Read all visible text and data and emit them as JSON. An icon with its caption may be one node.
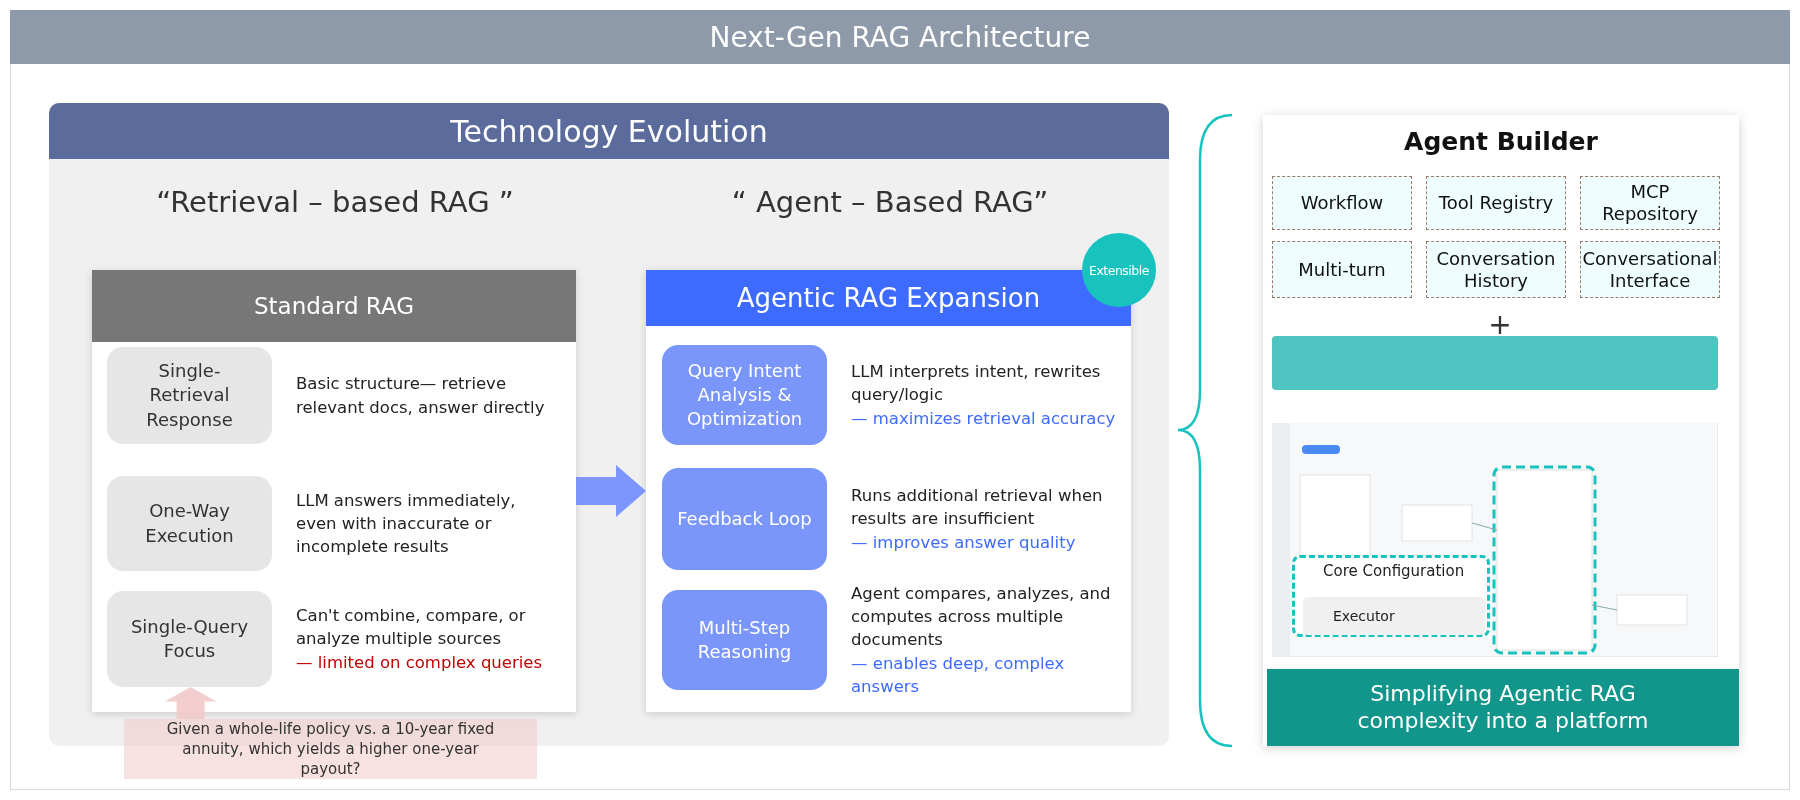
{
  "diagram": {
    "title": "Next-Gen RAG Architecture",
    "nodes": [
      {
        "text": [
          "Technology Evolution"
        ]
      },
      {
        "text": [
          "Standard RAG"
        ],
        "in": 0
      },
      {
        "text": [
          "Single-Retrieval Response"
        ],
        "in": 1,
        "beside": [
          "Basic structure— retrieve relevant docs, answer directly"
        ]
      },
      {
        "text": [
          "One-Way Execution"
        ],
        "in": 1,
        "beside": [
          "LLM answers immediately, even with inaccurate or incomplete results"
        ]
      },
      {
        "text": [
          "Single-Query Focus"
        ],
        "in": 1,
        "beside": [
          "Can't combine, compare, or analyze multiple sources",
          "— limited on complex queries"
        ]
      },
      {
        "text": [
          "Agentic RAG Expansion"
        ],
        "in": 0
      },
      {
        "text": [
          "Query Intent Analysis & Optimization"
        ],
        "in": 5,
        "beside": [
          "LLM interprets intent, rewrites query/logic",
          "— maximizes retrieval accuracy"
        ]
      },
      {
        "text": [
          "Feedback Loop"
        ],
        "in": 5,
        "beside": [
          "Runs additional retrieval when results are insufficient",
          "— improves answer quality"
        ]
      },
      {
        "text": [
          "Multi-Step Reasoning"
        ],
        "in": 5,
        "beside": [
          "Agent compares, analyzes, and computes across multiple documents",
          "— enables deep, complex answers"
        ]
      },
      {
        "text": [
          "Given a whole-life policy vs. a 10-year fixed annuity, which yields a higher one-year payout?"
        ]
      },
      {
        "text": [
          "Extensible"
        ],
        "in": 0
      },
      {
        "text": [
          "Agent Builder"
        ]
      },
      {
        "text": [
          "Workflow"
        ],
        "in": 11
      },
      {
        "text": [
          "Tool Registry"
        ],
        "in": 11
      },
      {
        "text": [
          "MCP Repository"
        ],
        "in": 11
      },
      {
        "text": [
          "Multi-turn"
        ],
        "in": 11
      },
      {
        "text": [
          "Conversation History"
        ],
        "in": 11
      },
      {
        "text": [
          "Conversational Interface"
        ],
        "in": 11
      },
      {
        "text": [],
        "shape": "bar",
        "in": 11
      },
      {
        "text": [],
        "shape": "picture",
        "in": 11
      },
      {
        "text": [
          "Core Configuration"
        ],
        "in": 19
      },
      {
        "text": [
          "Executor"
        ],
        "in": 20
      },
      {
        "text": [
          "Simplifying Agentic RAG complexity into a platform"
        ],
        "in": 11
      }
    ],
    "edges": [
      {
        "from": 1,
        "to": 5,
        "arrow": "to",
        "style": "thick",
        "color": "#6f8cff"
      },
      {
        "from": 9,
        "to": 4,
        "arrow": "to",
        "style": "thick",
        "color": "#f2c9c9"
      }
    ],
    "labels": [
      "“Retrieval – based RAG ”",
      "“ Agent – Based RAG”",
      "+"
    ]
  }
}
